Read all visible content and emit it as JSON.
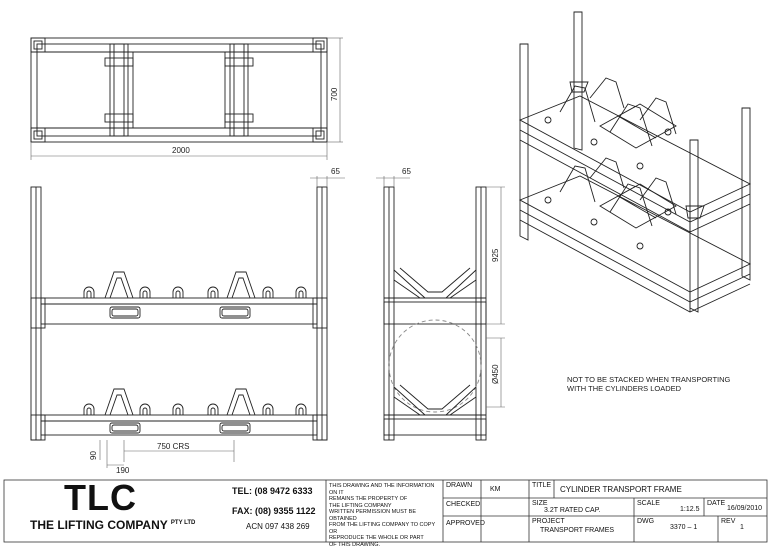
{
  "dimensions": {
    "plan_height": "700",
    "plan_width": "2000",
    "front_post": "65",
    "side_post": "65",
    "side_height": "925",
    "cylinder_diameter": "Ø450",
    "crs": "750 CRS",
    "offset": "190",
    "base": "90"
  },
  "note": {
    "line1": "NOT TO BE STACKED WHEN TRANSPORTING",
    "line2": "WITH THE CYLINDERS  LOADED"
  },
  "title_block": {
    "logo": "TLC",
    "company": "THE LIFTING COMPANY",
    "company_suffix": "PTY LTD",
    "tel": "TEL: (08 9472 6333",
    "fax": "FAX: (08) 9355 1122",
    "acn": "ACN 097 438 269",
    "disclaimer": [
      "THIS DRAWING AND THE INFORMATION ON IT",
      "REMAINS THE PROPERTY OF",
      "THE LIFTING COMPANY",
      "WRITTEN PERMISSION MUST BE OBTAINED",
      "FROM THE LIFTING COMPANY TO COPY OR",
      "REPRODUCE THE WHOLE OR PART",
      "OF THIS DRAWING."
    ],
    "drawn_label": "DRAWN",
    "drawn_value": "KM",
    "checked_label": "CHECKED",
    "approved_label": "APPROVED",
    "title_label": "TITLE",
    "title_value": "CYLINDER TRANSPORT FRAME",
    "size_label": "SIZE",
    "size_value": "3.2T RATED CAP.",
    "scale_label": "SCALE",
    "scale_value": "1:12.5",
    "date_label": "DATE",
    "date_value": "16/09/2010",
    "project_label": "PROJECT",
    "project_value": "TRANSPORT FRAMES",
    "dwg_label": "DWG",
    "dwg_value": "3370 – 1",
    "rev_label": "REV",
    "rev_value": "1"
  }
}
